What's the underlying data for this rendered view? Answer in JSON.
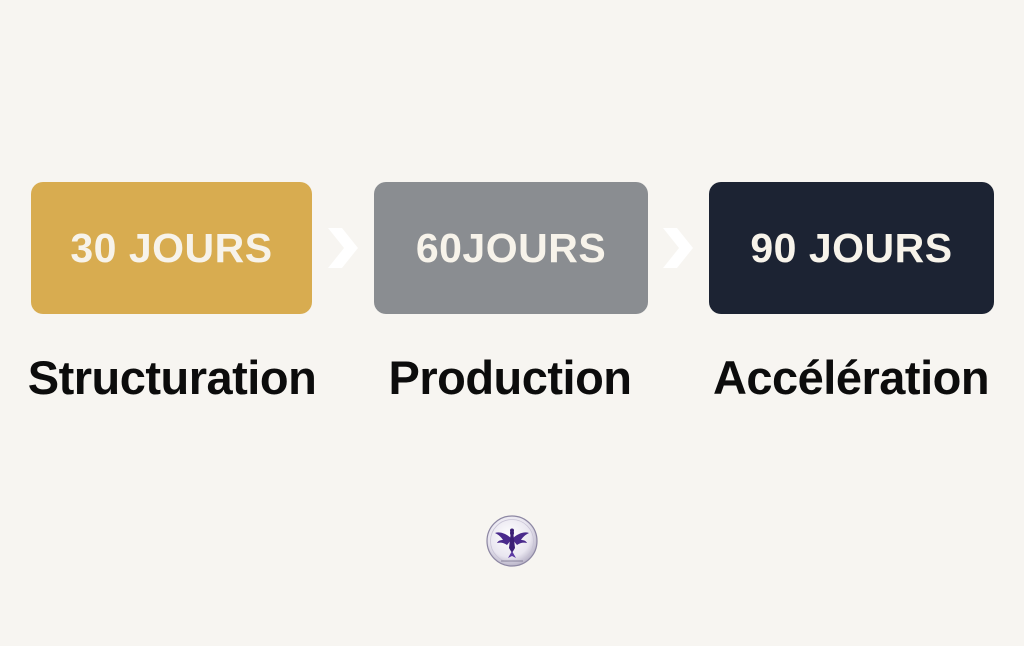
{
  "stages": [
    {
      "title": "30 JOURS",
      "label": "Structuration",
      "color": "#d8ac50"
    },
    {
      "title": "60JOURS",
      "label": "Production",
      "color": "#8a8d91"
    },
    {
      "title": "90 JOURS",
      "label": "Accélération",
      "color": "#1c2333"
    }
  ],
  "arrow_color": "#ffffff",
  "logo": {
    "icon": "phoenix-emblem-icon",
    "accent": "#4a2a8c"
  }
}
